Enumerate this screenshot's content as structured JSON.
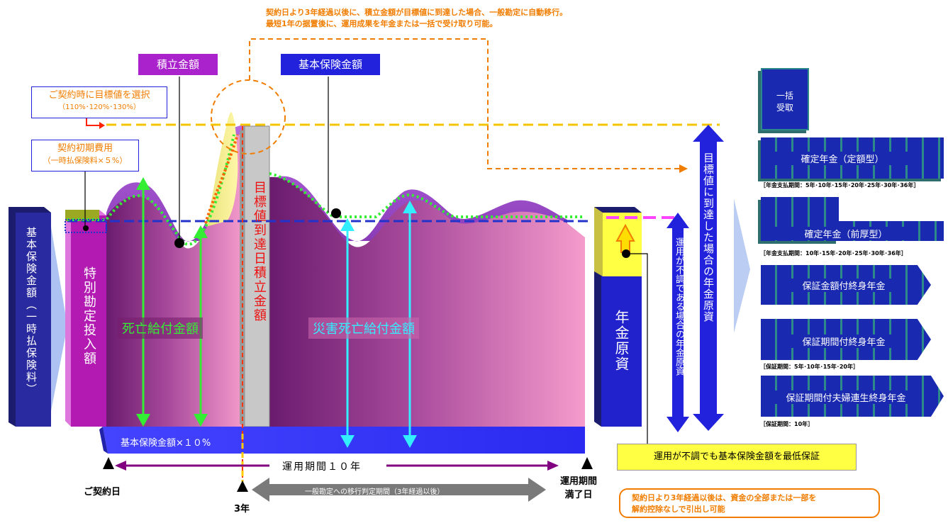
{
  "top_note": {
    "line1": "契約日より3年経過以後に、積立金額が目標値に到達した場合、一般勘定に自動移行。",
    "line2": "最短1年の据置後に、運用成果を年金または一括で受け取り可能。"
  },
  "labels": {
    "accumulated": "積立金額",
    "basic_insurance": "基本保険金額",
    "target_select_title": "ご契約時に目標値を選択",
    "target_select_sub": "（110%･120%･130%）",
    "initial_cost_title": "契約初期費用",
    "initial_cost_sub": "（一時払保険料×５%）",
    "basic_premium_vertical": "基本保険金額（一時払保険料）",
    "special_account_vertical": "特別勘定投入額",
    "target_reached_vertical": "目標値到達日積立金額",
    "death_benefit": "死亡給付金額",
    "disaster_death_benefit": "災害死亡給付金額",
    "basic_ten_percent": "基本保険金額×１０%",
    "pension_fund_vertical": "年金原資",
    "poor_perf_vertical": "運用が不調である場合の年金原資",
    "target_reached_pension_vertical": "目標値に到達した場合の年金原資",
    "guarantee_note": "運用が不調でも基本保険金額を最低保証",
    "bottom_note_line1": "契約日より3年経過以後は、資金の全部または一部を",
    "bottom_note_line2": "解約控除なしで引出し可能"
  },
  "timeline": {
    "period_label": "運用期間１０年",
    "transfer_label": "一般勘定への移行判定期間（3年経過以後）",
    "contract_day": "ご契約日",
    "year3": "3年",
    "maturity_line1": "運用期間",
    "maturity_line2": "満了日"
  },
  "options": [
    {
      "label": "一括\n受取",
      "period": ""
    },
    {
      "label": "確定年金（定額型）",
      "period": "［年金支払期間：5年･10年･15年･20年･25年･30年･36年］"
    },
    {
      "label": "確定年金（前厚型）",
      "period": "［年金支払期間：10年･15年･20年･25年･30年･36年］"
    },
    {
      "label": "保証金額付終身年金",
      "period": ""
    },
    {
      "label": "保証期間付終身年金",
      "period": "［保証期間：5年･10年･15年･20年］"
    },
    {
      "label": "保証期間付夫婦連生終身年金",
      "period": "［保証期間：10年］"
    }
  ],
  "colors": {
    "purple_dark": "#6a1b7a",
    "pink": "#f08cc8",
    "blue": "#2222dd",
    "navy": "#1a1a7a",
    "orange": "#f07d00",
    "yellow": "#ffff44",
    "green": "#33ff33",
    "cyan": "#33eeff",
    "teal": "#339999",
    "magenta": "#bb22bb"
  }
}
